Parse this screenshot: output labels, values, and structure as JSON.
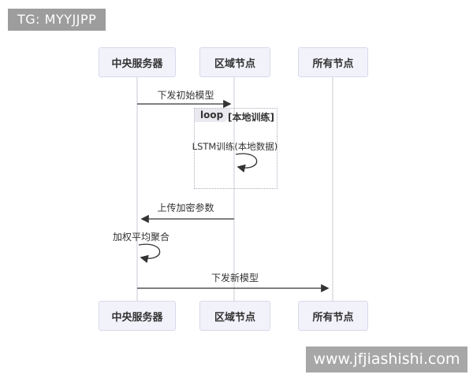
{
  "badge": {
    "text": "TG: MYYJJPP"
  },
  "watermark": {
    "text": "www.jfjiashishi.com"
  },
  "diagram": {
    "actors": [
      {
        "id": "central-server",
        "label": "中央服务器"
      },
      {
        "id": "regional-node",
        "label": "区域节点"
      },
      {
        "id": "all-nodes",
        "label": "所有节点"
      }
    ],
    "messages": [
      {
        "from": "central-server",
        "to": "regional-node",
        "label": "下发初始模型"
      },
      {
        "from": "regional-node",
        "to": "regional-node",
        "label": "LSTM训练(本地数据)"
      },
      {
        "from": "regional-node",
        "to": "central-server",
        "label": "上传加密参数"
      },
      {
        "from": "central-server",
        "to": "central-server",
        "label": "加权平均聚合"
      },
      {
        "from": "central-server",
        "to": "all-nodes",
        "label": "下发新模型"
      }
    ],
    "loop": {
      "title": "loop",
      "condition": "[本地训练]"
    }
  },
  "colors": {
    "badge_bg": "#9d9d9d",
    "watermark_bg": "#a7a7a7",
    "actor_fill": "#f2f2fb",
    "actor_border": "#d8d8ea",
    "lifeline": "#cbcbd6",
    "arrow": "#333333",
    "loop_border": "#aaaabc",
    "loop_label_bg": "#e9e9ef"
  }
}
